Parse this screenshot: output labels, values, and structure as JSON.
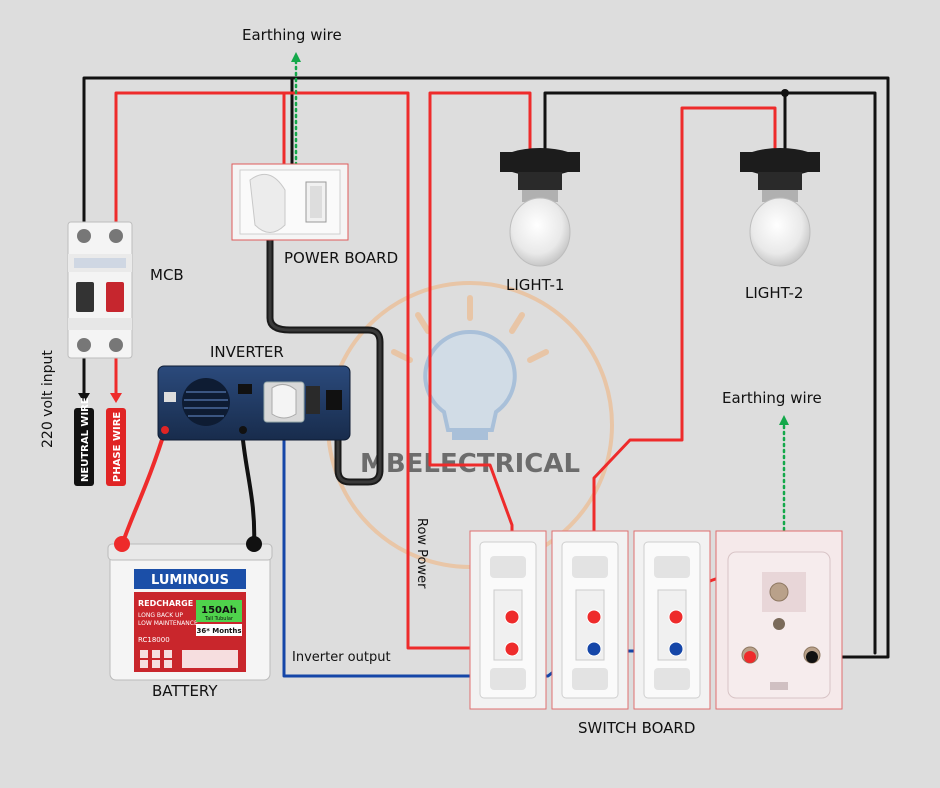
{
  "labels": {
    "earthing_top": "Earthing wire",
    "earthing_right": "Earthing wire",
    "mcb": "MCB",
    "power_board": "POWER BOARD",
    "inverter": "INVERTER",
    "light1": "LIGHT-1",
    "light2": "LIGHT-2",
    "battery": "BATTERY",
    "switch_board": "SWITCH BOARD",
    "row_power": "Row Power",
    "inverter_output": "Inverter output",
    "input_220": "220 volt input",
    "neutral_tag": "NEUTRAL WIRE",
    "phase_tag": "PHASE WIRE",
    "watermark": "MBELECTRICAL"
  },
  "battery": {
    "brand": "LUMINOUS",
    "series": "REDCHARGE",
    "capacity": "150Ah",
    "capacity_sub": "Tall Tubular",
    "warranty": "36* Months",
    "model": "RC18000",
    "tagline_1": "LONG BACK UP",
    "tagline_2": "LOW MAINTENANCE"
  },
  "colors": {
    "background": "#dddddd",
    "phase": "#ee2b2b",
    "neutral": "#111111",
    "inverter_output": "#1546a8",
    "earth": "#13a84a",
    "inverter_body": "#1f3a66",
    "battery_brand": "#1b4fa8",
    "watermark": "#f2b27a"
  }
}
